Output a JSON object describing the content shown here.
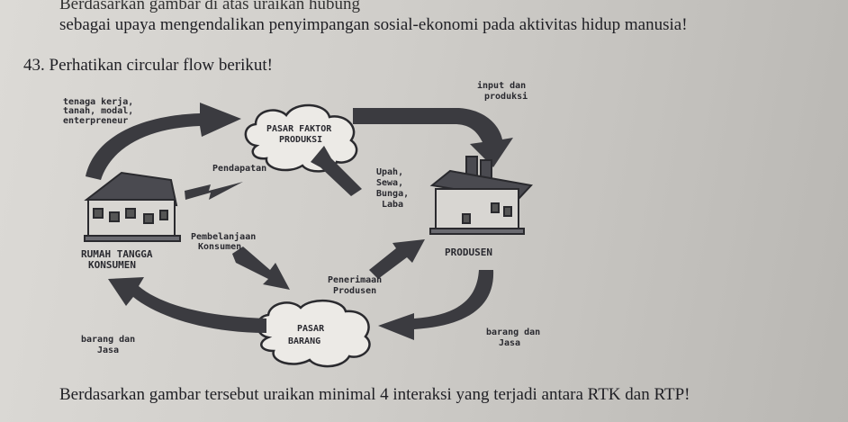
{
  "text": {
    "line1": "Berdasarkan gambar di atas uraikan hubung",
    "line2": "sebagai upaya mengendalikan penyimpangan sosial-ekonomi pada aktivitas hidup manusia!",
    "question_number": "43.",
    "question_title": "Perhatikan circular flow berikut!",
    "question_footer": "Berdasarkan gambar tersebut uraikan minimal 4 interaksi yang terjadi antara RTK dan RTP!"
  },
  "diagram": {
    "labels": {
      "tenaga_l1": "tenaga kerja,",
      "tenaga_l2": "tanah, modal,",
      "tenaga_l3": "enterpreneur",
      "input_l1": "input dan",
      "input_l2": "produksi",
      "pasar_faktor_l1": "PASAR FAKTOR",
      "pasar_faktor_l2": "PRODUKSI",
      "pendapatan": "Pendapatan",
      "upah_l1": "Upah,",
      "upah_l2": "Sewa,",
      "upah_l3": "Bunga,",
      "upah_l4": "Laba",
      "pembelanjaan_l1": "Pembelanjaan",
      "pembelanjaan_l2": "Konsumen",
      "rumah_l1": "RUMAH TANGGA",
      "rumah_l2": "KONSUMEN",
      "produsen": "PRODUSEN",
      "penerimaan_l1": "Penerimaan",
      "penerimaan_l2": "Produsen",
      "pasar_barang_l1": "PASAR",
      "pasar_barang_l2": "BARANG",
      "barang_jasa_left_l1": "barang dan",
      "barang_jasa_left_l2": "Jasa",
      "barang_jasa_right_l1": "barang dan",
      "barang_jasa_right_l2": "Jasa"
    }
  }
}
